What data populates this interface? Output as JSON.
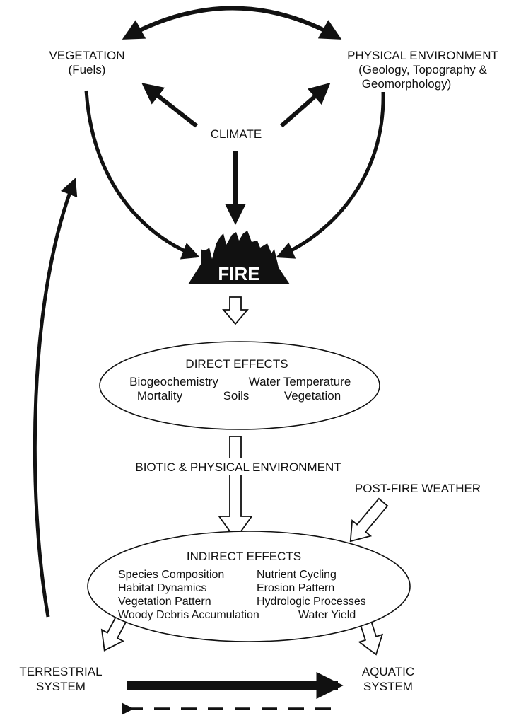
{
  "nodes": {
    "vegetation": {
      "title": "VEGETATION",
      "sub": "(Fuels)"
    },
    "physical_environment": {
      "title": "PHYSICAL ENVIRONMENT",
      "sub1": "(Geology, Topography &",
      "sub2": "Geomorphology)"
    },
    "climate": "CLIMATE",
    "fire": "FIRE",
    "direct_effects": {
      "title": "DIRECT EFFECTS",
      "items": [
        "Biogeochemistry",
        "Water Temperature",
        "Mortality",
        "Soils",
        "Vegetation"
      ]
    },
    "biotic_physical": "BIOTIC & PHYSICAL ENVIRONMENT",
    "post_fire_weather": "POST-FIRE WEATHER",
    "indirect_effects": {
      "title": "INDIRECT EFFECTS",
      "items": [
        "Species Composition",
        "Nutrient Cycling",
        "Habitat Dynamics",
        "Erosion Pattern",
        "Vegetation Pattern",
        "Hydrologic Processes",
        "Woody Debris Accumulation",
        "Water Yield"
      ]
    },
    "terrestrial": {
      "line1": "TERRESTRIAL",
      "line2": "SYSTEM"
    },
    "aquatic": {
      "line1": "AQUATIC",
      "line2": "SYSTEM"
    }
  },
  "colors": {
    "ink": "#111111",
    "background": "#ffffff"
  }
}
